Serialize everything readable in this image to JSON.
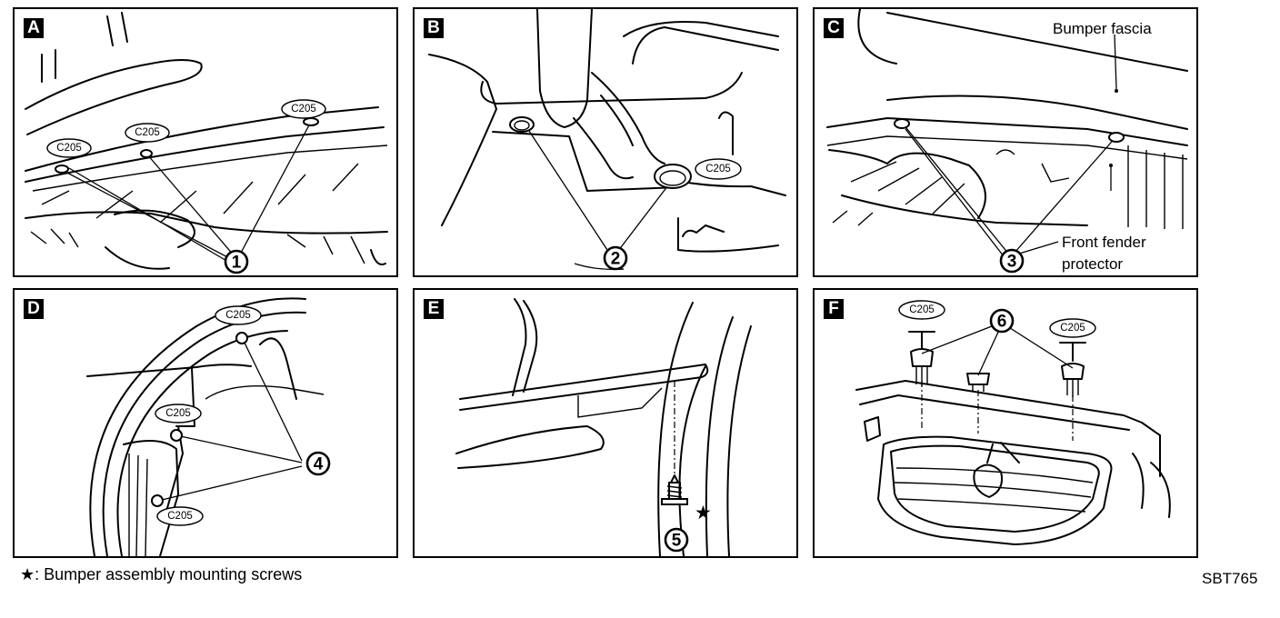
{
  "panels": {
    "a": {
      "label": "A",
      "part": "C205",
      "callout": "1"
    },
    "b": {
      "label": "B",
      "part": "C205",
      "callout": "2"
    },
    "c": {
      "label": "C",
      "callout": "3",
      "bumper_fascia": "Bumper fascia",
      "front_fender_line1": "Front fender",
      "front_fender_line2": "protector"
    },
    "d": {
      "label": "D",
      "part": "C205",
      "callout": "4"
    },
    "e": {
      "label": "E",
      "callout": "5",
      "star": "★"
    },
    "f": {
      "label": "F",
      "part": "C205",
      "callout": "6"
    }
  },
  "footnote": {
    "star": "★",
    "text": ": Bumper assembly mounting screws"
  },
  "figure_code": "SBT765"
}
